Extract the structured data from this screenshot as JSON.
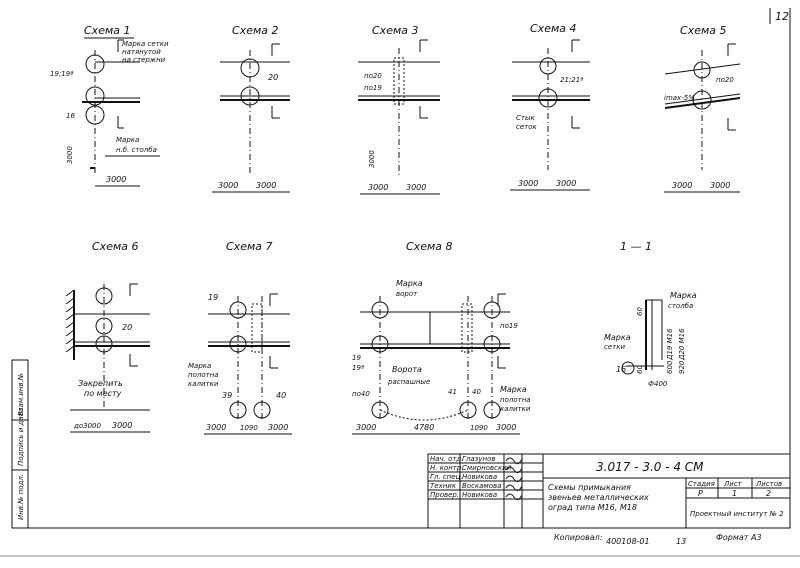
{
  "page_number": "12",
  "schemes": [
    {
      "title": "Схема 1",
      "labels": [
        "Марка сетки",
        "натянутой",
        "на стержни",
        "19;19ª",
        "16",
        "Марка",
        "н.б. столба",
        "3000",
        "3000"
      ]
    },
    {
      "title": "Схема 2",
      "labels": [
        "20",
        "3000",
        "3000"
      ]
    },
    {
      "title": "Схема 3",
      "labels": [
        "по20",
        "по19",
        "3000",
        "3000",
        "3000"
      ]
    },
    {
      "title": "Схема 4",
      "labels": [
        "21;21ª",
        "Стык",
        "сеток",
        "3000",
        "3000"
      ]
    },
    {
      "title": "Схема 5",
      "labels": [
        "по20",
        "imax-5%",
        "3000",
        "3000"
      ]
    },
    {
      "title": "Схема 6",
      "labels": [
        "20",
        "Закрепить",
        "по месту",
        "до3000",
        "3000"
      ]
    },
    {
      "title": "Схема 7",
      "labels": [
        "19",
        "Марка",
        "полотна",
        "калитки",
        "39",
        "40",
        "3000",
        "1090",
        "3000"
      ]
    },
    {
      "title": "Схема 8",
      "labels": [
        "Марка",
        "ворот",
        "по19",
        "19",
        "19ª",
        "Ворота",
        "распашные",
        "по40",
        "41",
        "40",
        "Марка",
        "полотна",
        "калитки",
        "3000",
        "4780",
        "1090",
        "3000"
      ]
    },
    {
      "title": "1 — 1",
      "labels": [
        "Марка",
        "столба",
        "Марка",
        "сетки",
        "16",
        "60",
        "60",
        "Ф400",
        "Д19 М16",
        "Д20 М16",
        "600",
        "920"
      ]
    }
  ],
  "sidebar_stamps": [
    "Инв.№ подл.",
    "Подпись и дата",
    "Взам.инв.№"
  ],
  "title_block": {
    "doc_code": "3.017 - 3.0 - 4 СМ",
    "description": [
      "Схемы примыкания",
      "звеньев металлических",
      "оград типа М16, М18"
    ],
    "roles": [
      {
        "role": "Нач. отд.",
        "name": "Глазунов"
      },
      {
        "role": "Н. контр.",
        "name": "Смирновский"
      },
      {
        "role": "Гл. спец.",
        "name": "Новикова"
      },
      {
        "role": "Техник",
        "name": "Воскамова"
      },
      {
        "role": "Провер.",
        "name": "Новикова"
      }
    ],
    "stage_header": "Стадия",
    "sheet_header": "Лист",
    "sheets_header": "Листов",
    "stage": "Р",
    "sheet": "1",
    "sheets": "2",
    "organization": "Проектный институт № 2"
  },
  "footer": {
    "copied": "Копировал:",
    "inv_number": "400108-01",
    "number": "13",
    "format": "Формат А3"
  }
}
